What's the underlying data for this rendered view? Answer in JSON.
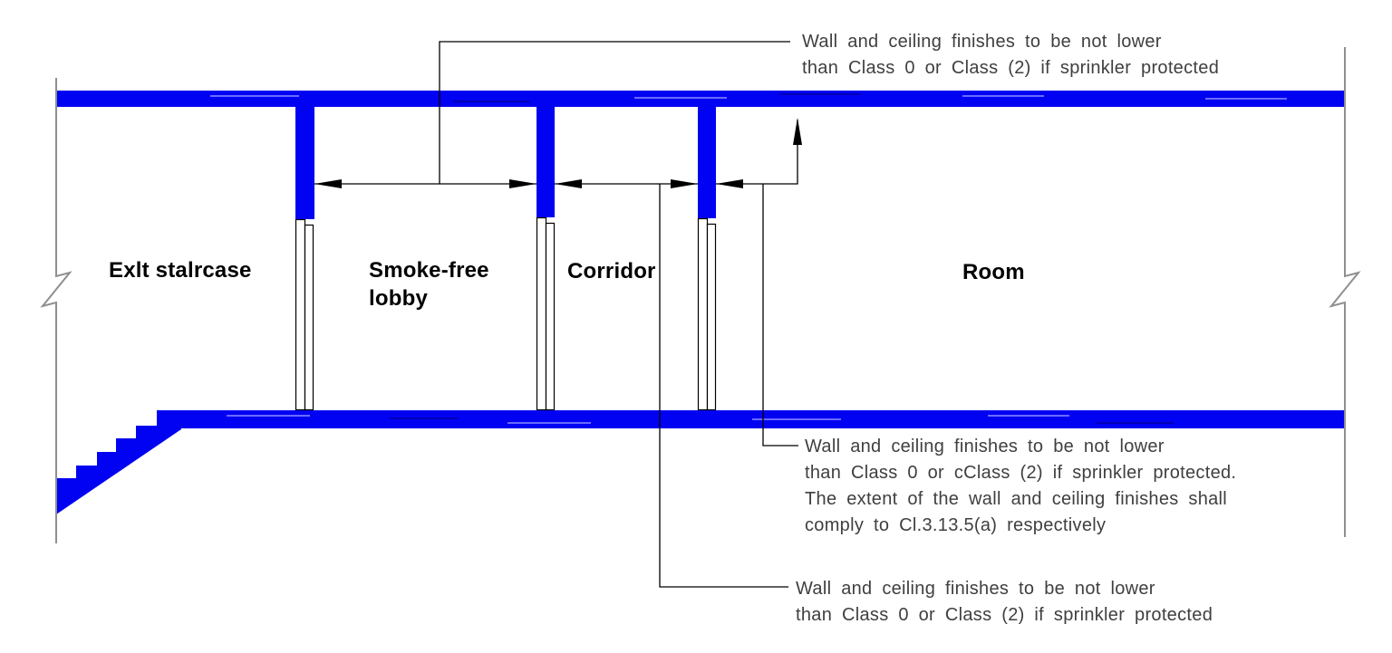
{
  "diagram": {
    "title": "Smoke-free lobby wall and ceiling finishes section",
    "labels": {
      "staircase": "Exlt stalrcase",
      "lobby_line1": "Smoke-free",
      "lobby_line2": "lobby",
      "corridor": "Corridor",
      "room": "Room"
    },
    "annotations": {
      "top": {
        "line1": "Wall and ceiling finishes to be not lower",
        "line2": "than Class 0 or Class (2) if sprinkler protected"
      },
      "middle": {
        "line1": "Wall and ceiling finishes to be not lower",
        "line2": "than Class 0 or cClass (2) if sprinkler protected.",
        "line3": "The extent of the wall and ceiling finishes shall",
        "line4": "comply to Cl.3.13.5(a) respectively"
      },
      "bottom": {
        "line1": "Wall and ceiling finishes to be not lower",
        "line2": "than Class 0 or Class (2) if sprinkler protected"
      }
    },
    "colors": {
      "wall_blue": "#0202f2",
      "line_color": "#000000",
      "break_line_gray": "#8f8f8f",
      "annotation_color": "#3f3f3f",
      "label_color": "#000000",
      "hatch_light": "#6a6aff",
      "hatch_dark": "#0000b4",
      "bg": "#ffffff"
    }
  }
}
